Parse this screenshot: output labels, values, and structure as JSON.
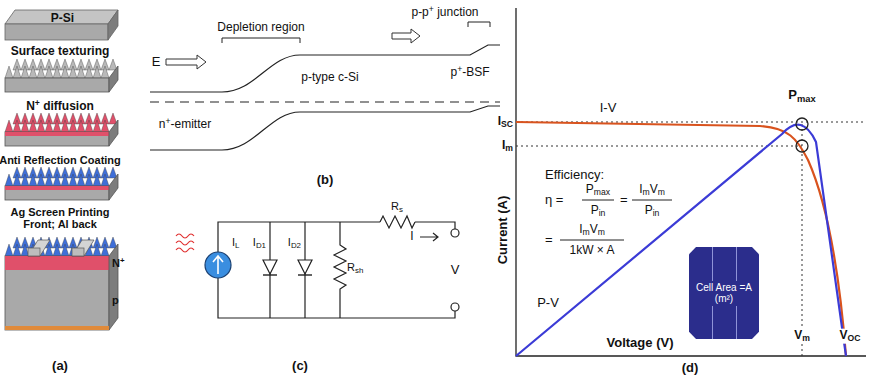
{
  "diagram": {
    "nodes": [
      {
        "text": [
          "P-Si"
        ]
      },
      {
        "text": [
          "Cell Area =A (m²)"
        ]
      }
    ],
    "labels": [
      "Surface texturing",
      "N+ diffusion",
      "Anti Reflection Coating",
      "Ag Screen Printing Front; Al back",
      "N+",
      "p",
      "(a)",
      "E",
      "Depletion region",
      "p-p+ junction",
      "p-type c-Si",
      "p+-BSF",
      "n+-emitter",
      "(b)",
      "IL",
      "ID1",
      "ID2",
      "Rsh",
      "Rs",
      "I",
      "V",
      "(c)",
      "I-V",
      "ISC",
      "Im",
      "Pmax",
      "Efficiency:",
      "η =",
      "Pmax",
      "Pin",
      "=",
      "ImVm",
      "Pin",
      "=",
      "ImVm",
      "1kW × A",
      "P-V",
      "Current (A)",
      "Voltage (V)",
      "Vm",
      "VOC",
      "(d)"
    ]
  }
}
